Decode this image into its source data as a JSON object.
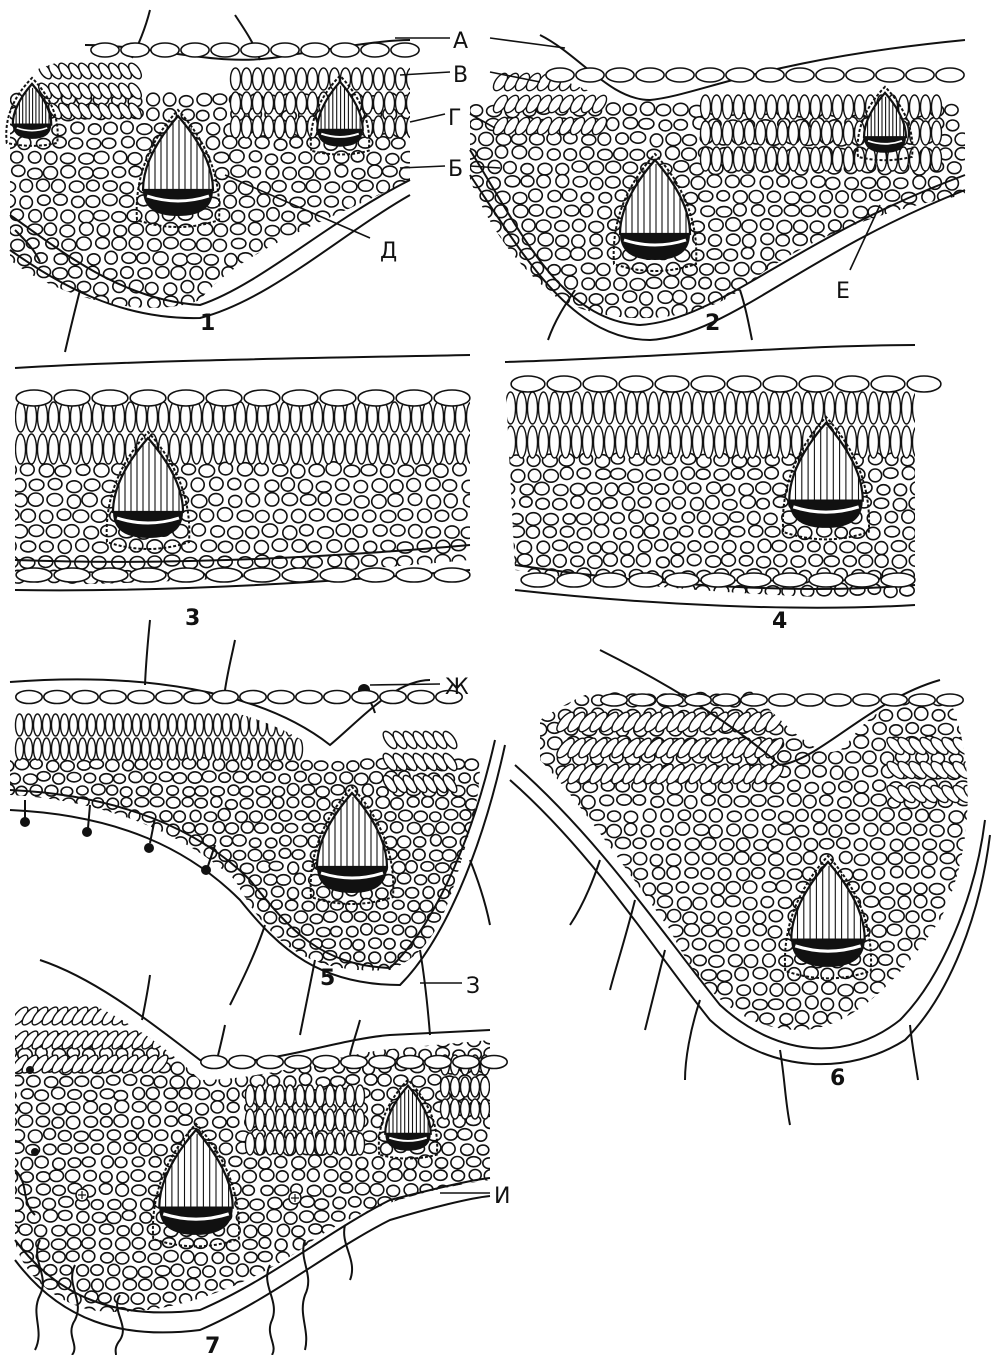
{
  "panels": [
    {
      "id": "1",
      "number": "1"
    },
    {
      "id": "2",
      "number": "2"
    },
    {
      "id": "3",
      "number": "3"
    },
    {
      "id": "4",
      "number": "4"
    },
    {
      "id": "5",
      "number": "5"
    },
    {
      "id": "6",
      "number": "6"
    },
    {
      "id": "7",
      "number": "7"
    }
  ],
  "labels": {
    "a": "А",
    "b": "Б",
    "v": "В",
    "g": "Г",
    "d": "Д",
    "e": "Е",
    "zh": "Ж",
    "z": "З",
    "i": "И"
  }
}
